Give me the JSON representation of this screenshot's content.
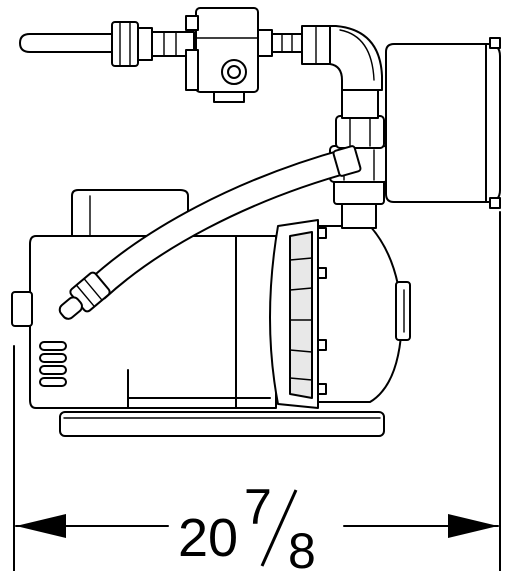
{
  "dimension": {
    "whole": "20",
    "numerator": "7",
    "denominator": "8"
  },
  "colors": {
    "line": "#000000",
    "fill": "#ffffff",
    "shade": "#e6e6e6"
  }
}
